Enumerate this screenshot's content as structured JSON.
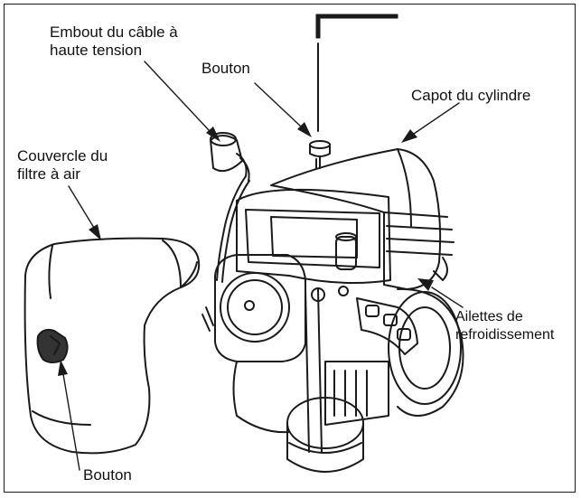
{
  "labels": {
    "cable_cap": {
      "line1": "Embout du câble à",
      "line2": "haute tension"
    },
    "knob_top": "Bouton",
    "cylinder_cover": "Capot du cylindre",
    "air_filter_cover": {
      "line1": "Couvercle du",
      "line2": "filtre à air"
    },
    "cooling_fins": {
      "line1": "Ailettes de",
      "line2": "refroidissement"
    },
    "knob_bottom": "Bouton"
  },
  "colors": {
    "line": "#1a1a1a",
    "background": "#ffffff"
  }
}
